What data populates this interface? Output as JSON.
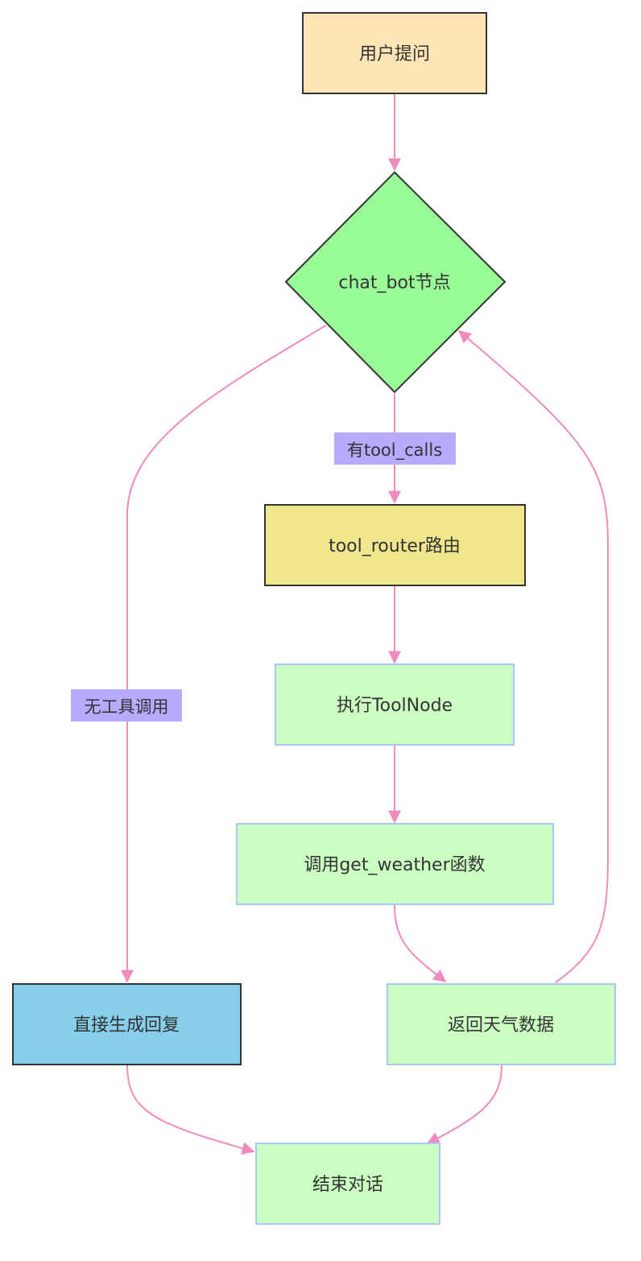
{
  "diagram": {
    "colors": {
      "edge": "#f18bbe",
      "label_bg": "#b9a9ff",
      "border_dark": "#333333",
      "border_light": "#a6c8ff"
    },
    "nodes": {
      "user_question": {
        "label": "用户提问",
        "fill": "#ffe4b5"
      },
      "chat_bot": {
        "label": "chat_bot节点",
        "fill": "#98fb98"
      },
      "tool_router": {
        "label": "tool_router路由",
        "fill": "#f0e68c"
      },
      "tool_node": {
        "label": "执行ToolNode",
        "fill": "#ccffc2"
      },
      "get_weather": {
        "label": "调用get_weather函数",
        "fill": "#ccffc2"
      },
      "direct_reply": {
        "label": "直接生成回复",
        "fill": "#87ceeb"
      },
      "return_weather": {
        "label": "返回天气数据",
        "fill": "#ccffc2"
      },
      "end_conversation": {
        "label": "结束对话",
        "fill": "#ccffc2"
      }
    },
    "edge_labels": {
      "has_tool_calls": "有tool_calls",
      "no_tool_call": "无工具调用"
    }
  }
}
